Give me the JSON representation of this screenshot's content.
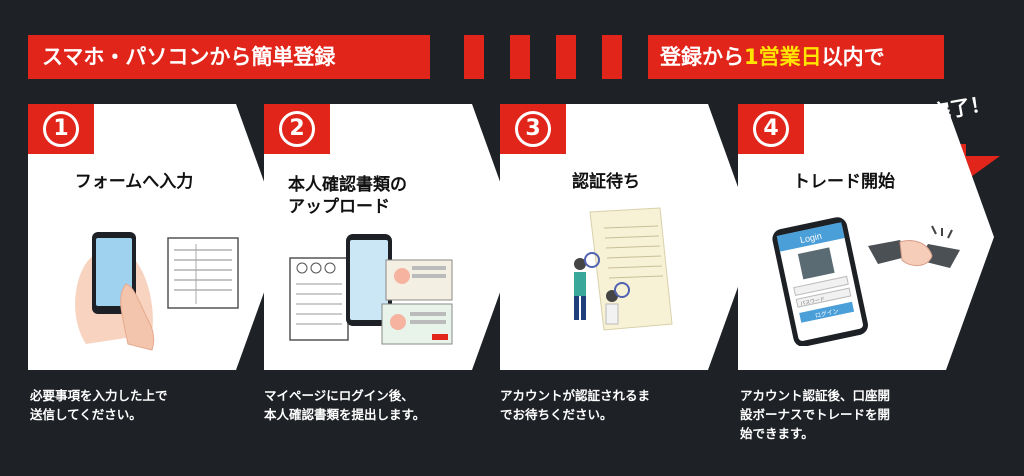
{
  "banner_left": "スマホ・パソコンから簡単登録",
  "banner_right": {
    "pre": "登録から",
    "highlight": "1営業日",
    "post": "以内で"
  },
  "completion": "完了！",
  "colors": {
    "accent": "#e1251b",
    "highlight": "#ffe500",
    "background": "#1e2126",
    "card": "#ffffff"
  },
  "steps": [
    {
      "num": "1",
      "title": "フォームへ入力",
      "desc_lines": [
        "必要事項を入力した上で",
        "送信してください。"
      ],
      "icon": "hand-smartphone-form-icon"
    },
    {
      "num": "2",
      "title_lines": [
        "本人確認書類の",
        "アップロード"
      ],
      "desc_lines": [
        "マイページにログイン後、",
        "本人確認書類を提出します。"
      ],
      "icon": "id-documents-icon"
    },
    {
      "num": "3",
      "title": "認証待ち",
      "desc_lines": [
        "アカウントが認証されるま",
        "でお待ちください。"
      ],
      "icon": "document-review-icon"
    },
    {
      "num": "4",
      "title": "トレード開始",
      "desc_lines": [
        "アカウント認証後、口座開",
        "設ボーナスでトレードを開",
        "始できます。"
      ],
      "icon": "login-handshake-icon",
      "screen": {
        "login": "Login",
        "password": "パスワード",
        "button": "ログイン"
      }
    }
  ]
}
